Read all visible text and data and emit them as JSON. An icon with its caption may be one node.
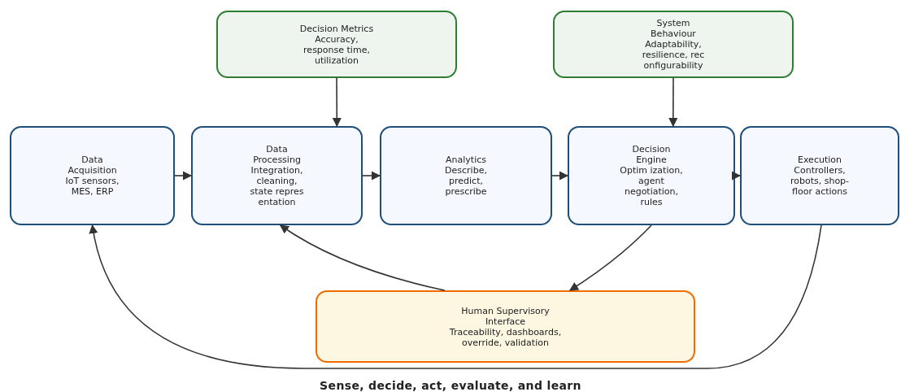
{
  "diagram": {
    "caption": "Sense, decide, act, evaluate, and learn",
    "nodes": [
      {
        "text": [
          "Decision Metrics",
          "Accuracy, response time, utilization"
        ]
      },
      {
        "text": [
          "System Behaviour",
          "Adaptability, resilience, rec onfigurability"
        ]
      },
      {
        "text": [
          "Data Acquisition",
          "IoT sensors, MES, ERP"
        ]
      },
      {
        "text": [
          "Data Processing",
          "Integration, cleaning, state repres entation"
        ]
      },
      {
        "text": [
          "Analytics",
          "Describe, predict, prescribe"
        ]
      },
      {
        "text": [
          "Decision Engine",
          "Optim ization, agent negotiation, rules"
        ]
      },
      {
        "text": [
          "Execution",
          "Controllers, robots, shop-floor actions"
        ]
      },
      {
        "text": [
          "Human Supervisory Interface",
          "Traceability, dashboards, override, validation"
        ]
      }
    ],
    "edges": [
      {
        "from": 2,
        "to": 3,
        "arrow": "to"
      },
      {
        "from": 3,
        "to": 4,
        "arrow": "to"
      },
      {
        "from": 4,
        "to": 5,
        "arrow": "to"
      },
      {
        "from": 5,
        "to": 6,
        "arrow": "to"
      },
      {
        "from": 0,
        "to": 3,
        "arrow": "to"
      },
      {
        "from": 1,
        "to": 5,
        "arrow": "to"
      },
      {
        "from": 5,
        "to": 7,
        "arrow": "to"
      },
      {
        "from": 7,
        "to": 3,
        "arrow": "to"
      },
      {
        "from": 6,
        "to": 2,
        "arrow": "to"
      }
    ]
  }
}
